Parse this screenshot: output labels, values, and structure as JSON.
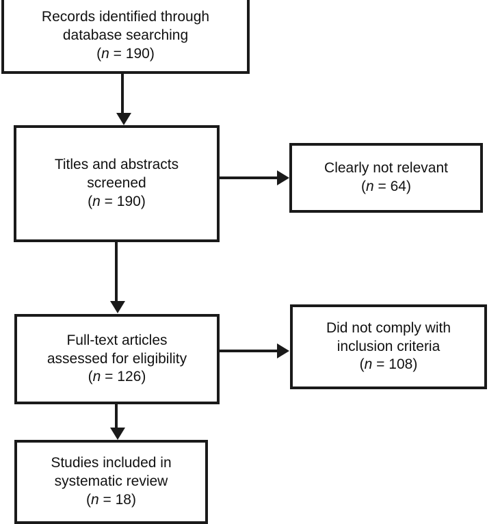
{
  "diagram": {
    "type": "prisma-flow-diagram",
    "title": "",
    "nodes": [
      {
        "id": "identified",
        "name": "records-identified-box",
        "lines": [
          "Records identified through",
          "database searching"
        ],
        "count_prefix": "(",
        "count_symbol": "n",
        "count_equals": " = ",
        "count_value": "190",
        "count_suffix": ")"
      },
      {
        "id": "screened",
        "name": "titles-abstracts-screened-box",
        "lines": [
          "Titles and abstracts",
          "screened"
        ],
        "count_prefix": "(",
        "count_symbol": "n",
        "count_equals": " = ",
        "count_value": "190",
        "count_suffix": ")"
      },
      {
        "id": "not-relevant",
        "name": "clearly-not-relevant-box",
        "lines": [
          "Clearly not relevant"
        ],
        "count_prefix": "(",
        "count_symbol": "n",
        "count_equals": " = ",
        "count_value": "64",
        "count_suffix": ")"
      },
      {
        "id": "fulltext",
        "name": "full-text-assessed-box",
        "lines": [
          "Full-text articles",
          "assessed for eligibility"
        ],
        "count_prefix": "(",
        "count_symbol": "n",
        "count_equals": " = ",
        "count_value": "126",
        "count_suffix": ")"
      },
      {
        "id": "not-comply",
        "name": "did-not-comply-box",
        "lines": [
          "Did not comply with",
          "inclusion criteria"
        ],
        "count_prefix": "(",
        "count_symbol": "n",
        "count_equals": " = ",
        "count_value": "108",
        "count_suffix": ")"
      },
      {
        "id": "included",
        "name": "studies-included-box",
        "lines": [
          "Studies included in",
          "systematic review"
        ],
        "count_prefix": "(",
        "count_symbol": "n",
        "count_equals": " = ",
        "count_value": "18",
        "count_suffix": ")"
      }
    ],
    "edges": [
      {
        "from": "identified",
        "to": "screened",
        "direction": "down"
      },
      {
        "from": "screened",
        "to": "not-relevant",
        "direction": "right"
      },
      {
        "from": "screened",
        "to": "fulltext",
        "direction": "down"
      },
      {
        "from": "fulltext",
        "to": "not-comply",
        "direction": "right"
      },
      {
        "from": "fulltext",
        "to": "included",
        "direction": "down"
      }
    ],
    "colors": {
      "border": "#1a1a1a",
      "background": "#ffffff",
      "text": "#111111"
    }
  }
}
